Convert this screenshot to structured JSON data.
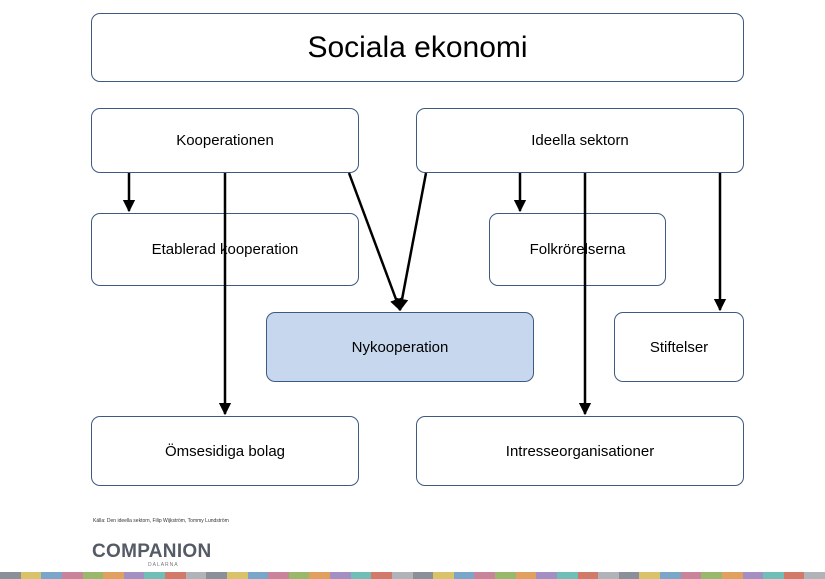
{
  "title": "Sociala ekonomi",
  "nodes": {
    "kooperationen": "Kooperationen",
    "ideella_sektorn": "Ideella sektorn",
    "etablerad_kooperation": "Etablerad kooperation",
    "folkrorelserna": "Folkrörelserna",
    "nykooperation": "Nykooperation",
    "stiftelser": "Stiftelser",
    "omsesidiga_bolag": "Ömsesidiga bolag",
    "intresseorganisationer": "Intresseorganisationer"
  },
  "source": "Källa: Den ideella sektorn, Filip Wijkström, Tommy Lundström",
  "logo": {
    "name": "COMPANION",
    "sub": "DALARNA"
  },
  "colors": {
    "border": "#3d5a80",
    "highlight_fill": "#c7d8ee",
    "arrow": "#000000",
    "stripe": [
      "#8a8f9a",
      "#d9c36a",
      "#7aa6c9",
      "#c9839a",
      "#9ab86b",
      "#e0a060",
      "#a38fc2",
      "#6fbfb6",
      "#d27a6a",
      "#b0b3b8"
    ]
  }
}
